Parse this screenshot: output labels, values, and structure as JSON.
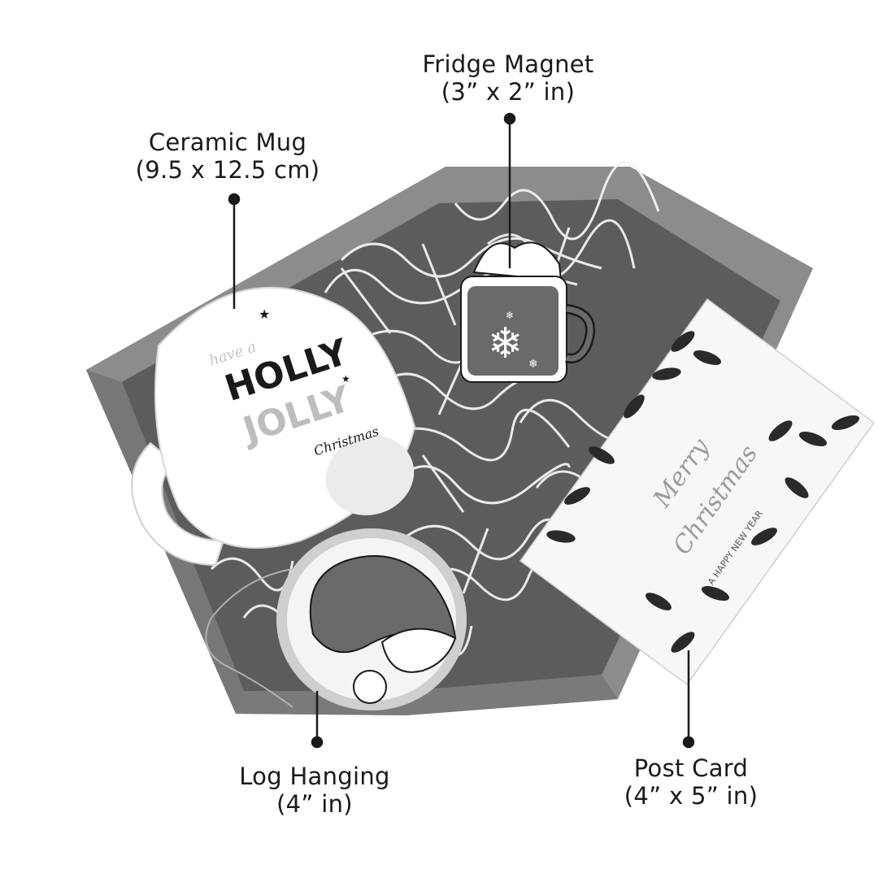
{
  "labels": {
    "fridge_magnet": {
      "name": "Fridge Magnet",
      "size": "(3” x 2” in)"
    },
    "ceramic_mug": {
      "name": "Ceramic Mug",
      "size": "(9.5 x 12.5 cm)"
    },
    "log_hanging": {
      "name": "Log Hanging",
      "size": "(4” in)"
    },
    "post_card": {
      "name": "Post Card",
      "size": "(4” x 5” in)"
    }
  },
  "photo": {
    "mug_text_line1": "HOLLY",
    "mug_text_line2": "JOLLY",
    "mug_script": "Christmas",
    "mug_faint": "have a",
    "card_script_1": "Merry",
    "card_script_2": "Christmas",
    "card_small": "A HAPPY NEW YEAR",
    "colors": {
      "box": "#8c8c8c",
      "box_dark": "#6f6f6f",
      "box_inner": "#5c5c5c",
      "paper": "#f2f2f2",
      "ink": "#1a1a1a"
    }
  }
}
